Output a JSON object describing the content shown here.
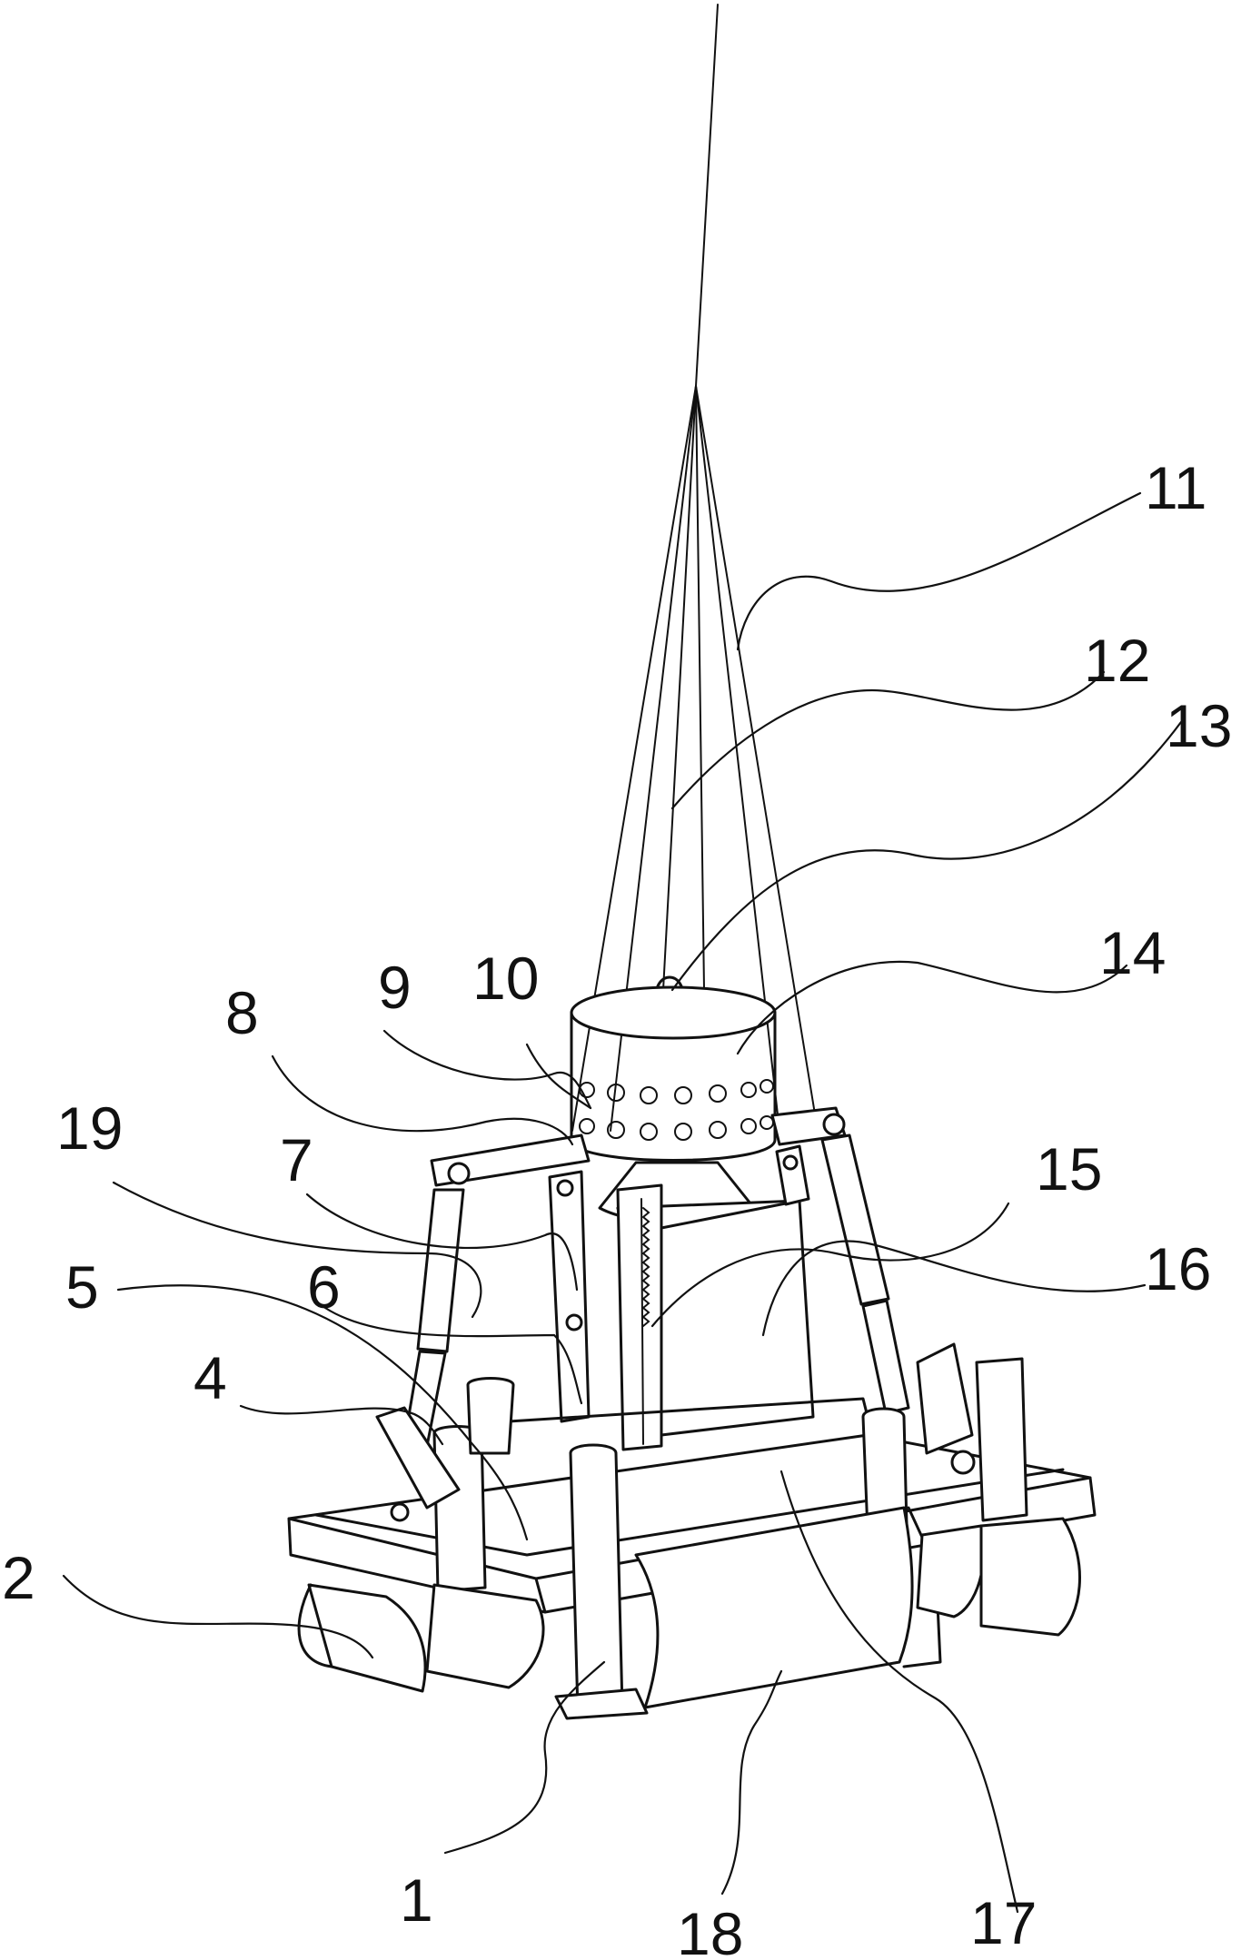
{
  "figure": {
    "labels": [
      {
        "id": "1",
        "text": "1"
      },
      {
        "id": "2",
        "text": "2"
      },
      {
        "id": "4",
        "text": "4"
      },
      {
        "id": "5",
        "text": "5"
      },
      {
        "id": "6",
        "text": "6"
      },
      {
        "id": "7",
        "text": "7"
      },
      {
        "id": "8",
        "text": "8"
      },
      {
        "id": "9",
        "text": "9"
      },
      {
        "id": "10",
        "text": "10"
      },
      {
        "id": "11",
        "text": "11"
      },
      {
        "id": "12",
        "text": "12"
      },
      {
        "id": "13",
        "text": "13"
      },
      {
        "id": "14",
        "text": "14"
      },
      {
        "id": "15",
        "text": "15"
      },
      {
        "id": "16",
        "text": "16"
      },
      {
        "id": "17",
        "text": "17"
      },
      {
        "id": "18",
        "text": "18"
      },
      {
        "id": "19",
        "text": "19"
      }
    ]
  }
}
